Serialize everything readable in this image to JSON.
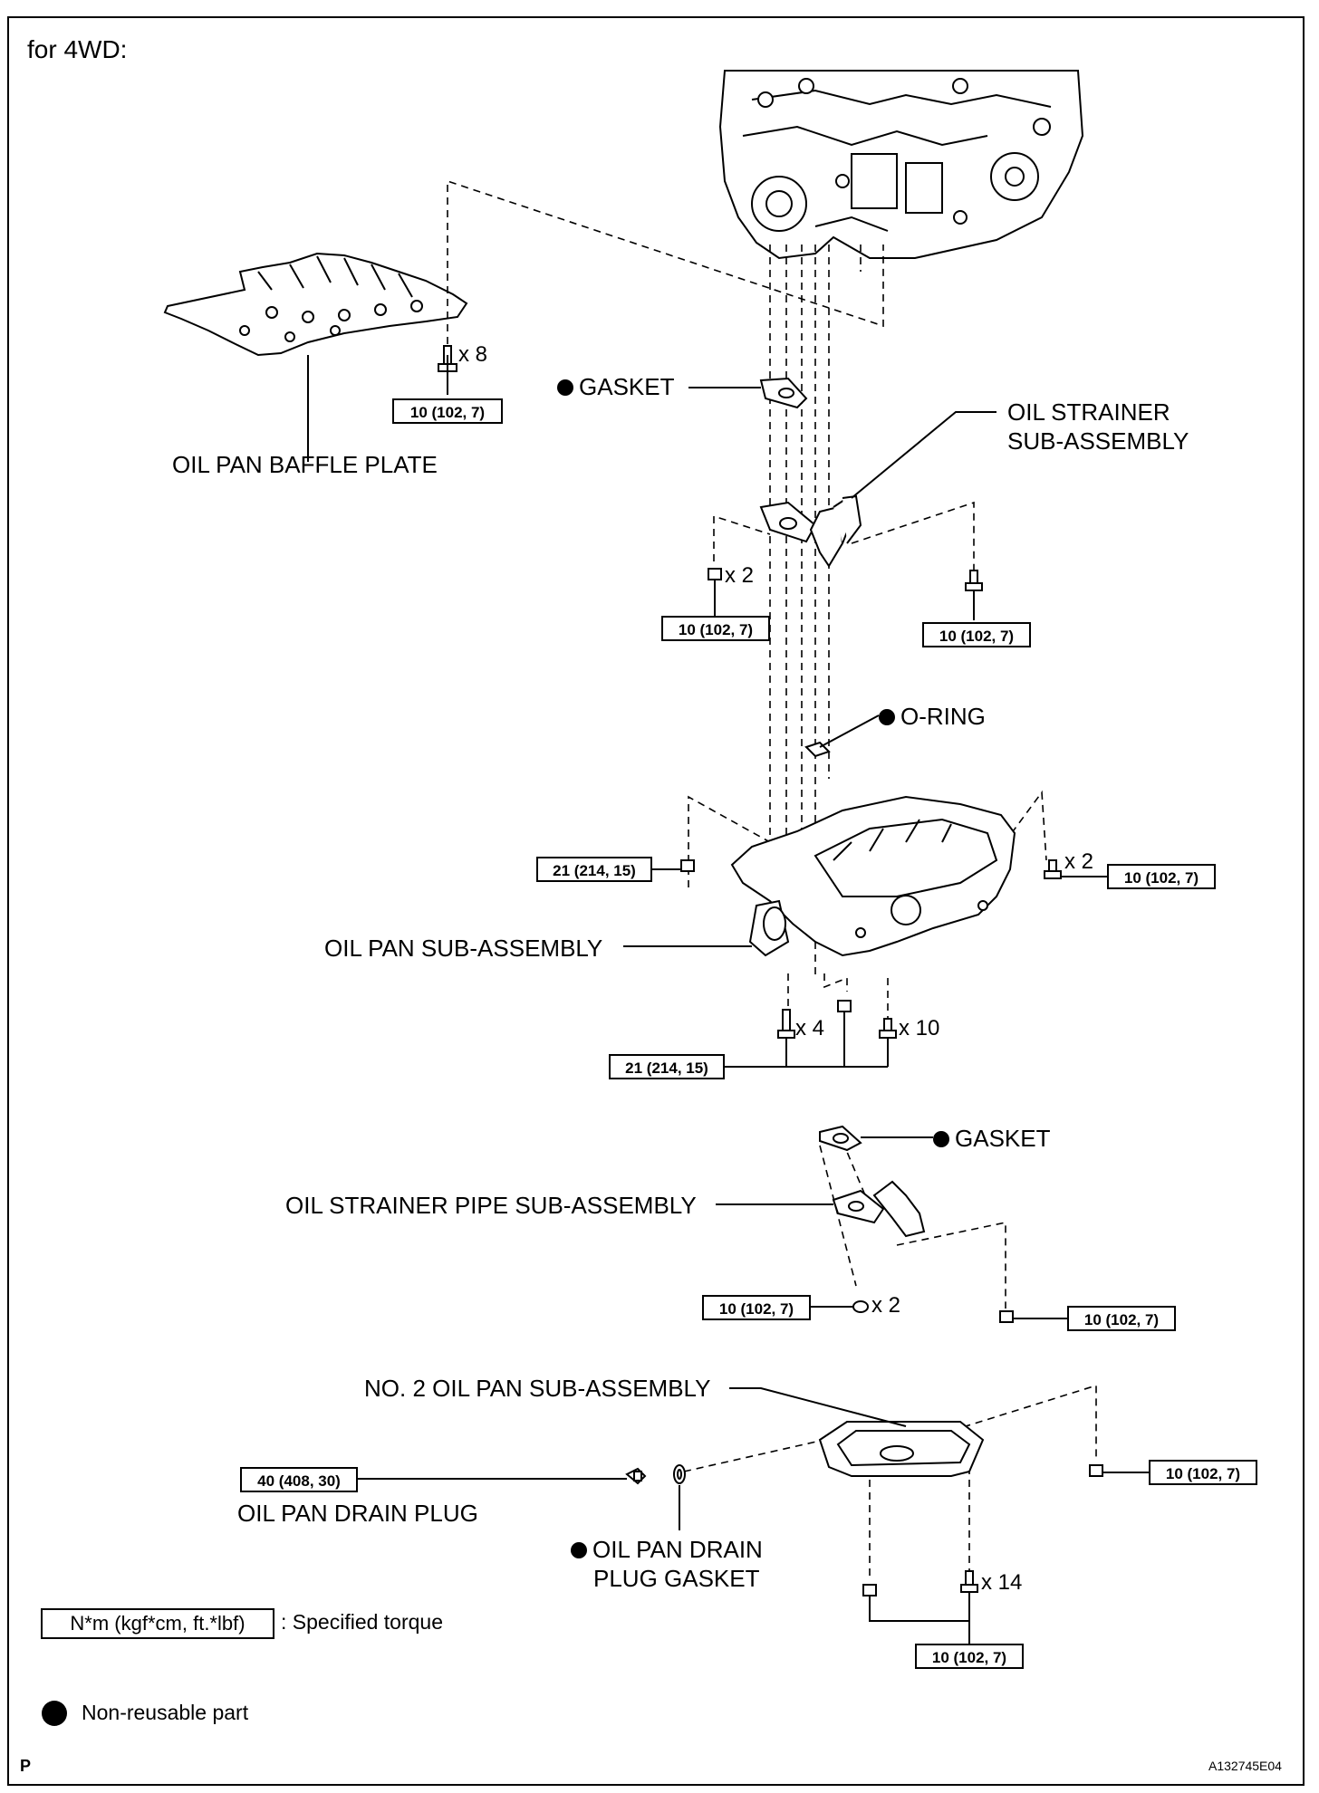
{
  "variant_title": "for 4WD:",
  "labels": {
    "baffle_plate": "OIL PAN BAFFLE PLATE",
    "gasket_top": "GASKET",
    "oil_strainer_line1": "OIL STRAINER",
    "oil_strainer_line2": "SUB-ASSEMBLY",
    "o_ring": "O-RING",
    "oil_pan": "OIL PAN SUB-ASSEMBLY",
    "gasket_mid": "GASKET",
    "strainer_pipe": "OIL STRAINER PIPE SUB-ASSEMBLY",
    "no2_oil_pan": "NO. 2 OIL PAN SUB-ASSEMBLY",
    "drain_plug": "OIL PAN DRAIN PLUG",
    "drain_gasket_line1": "OIL PAN DRAIN",
    "drain_gasket_line2": "PLUG GASKET"
  },
  "torques": {
    "baffle": "10 (102, 7)",
    "strainer_left": "10 (102, 7)",
    "strainer_right": "10 (102, 7)",
    "oilpan_left": "21 (214, 15)",
    "oilpan_right": "10 (102, 7)",
    "oilpan_bottom": "21 (214, 15)",
    "pipe_left": "10 (102, 7)",
    "pipe_right": "10 (102, 7)",
    "drain_plug": "40 (408, 30)",
    "no2_right": "10 (102, 7)",
    "no2_bottom": "10 (102, 7)"
  },
  "counts": {
    "baffle_bolts": "x 8",
    "strainer_nuts": "x 2",
    "oilpan_right_bolts": "x 2",
    "oilpan_bottom_a": "x 4",
    "oilpan_bottom_b": "x 10",
    "pipe_nuts": "x 2",
    "no2_bolts": "x 14"
  },
  "legend": {
    "torque_unit": "N*m (kgf*cm, ft.*lbf)",
    "torque_desc": ": Specified torque",
    "nonreusable": "Non-reusable part"
  },
  "footer": {
    "left_mark": "P",
    "figure_id": "A132745E04"
  }
}
